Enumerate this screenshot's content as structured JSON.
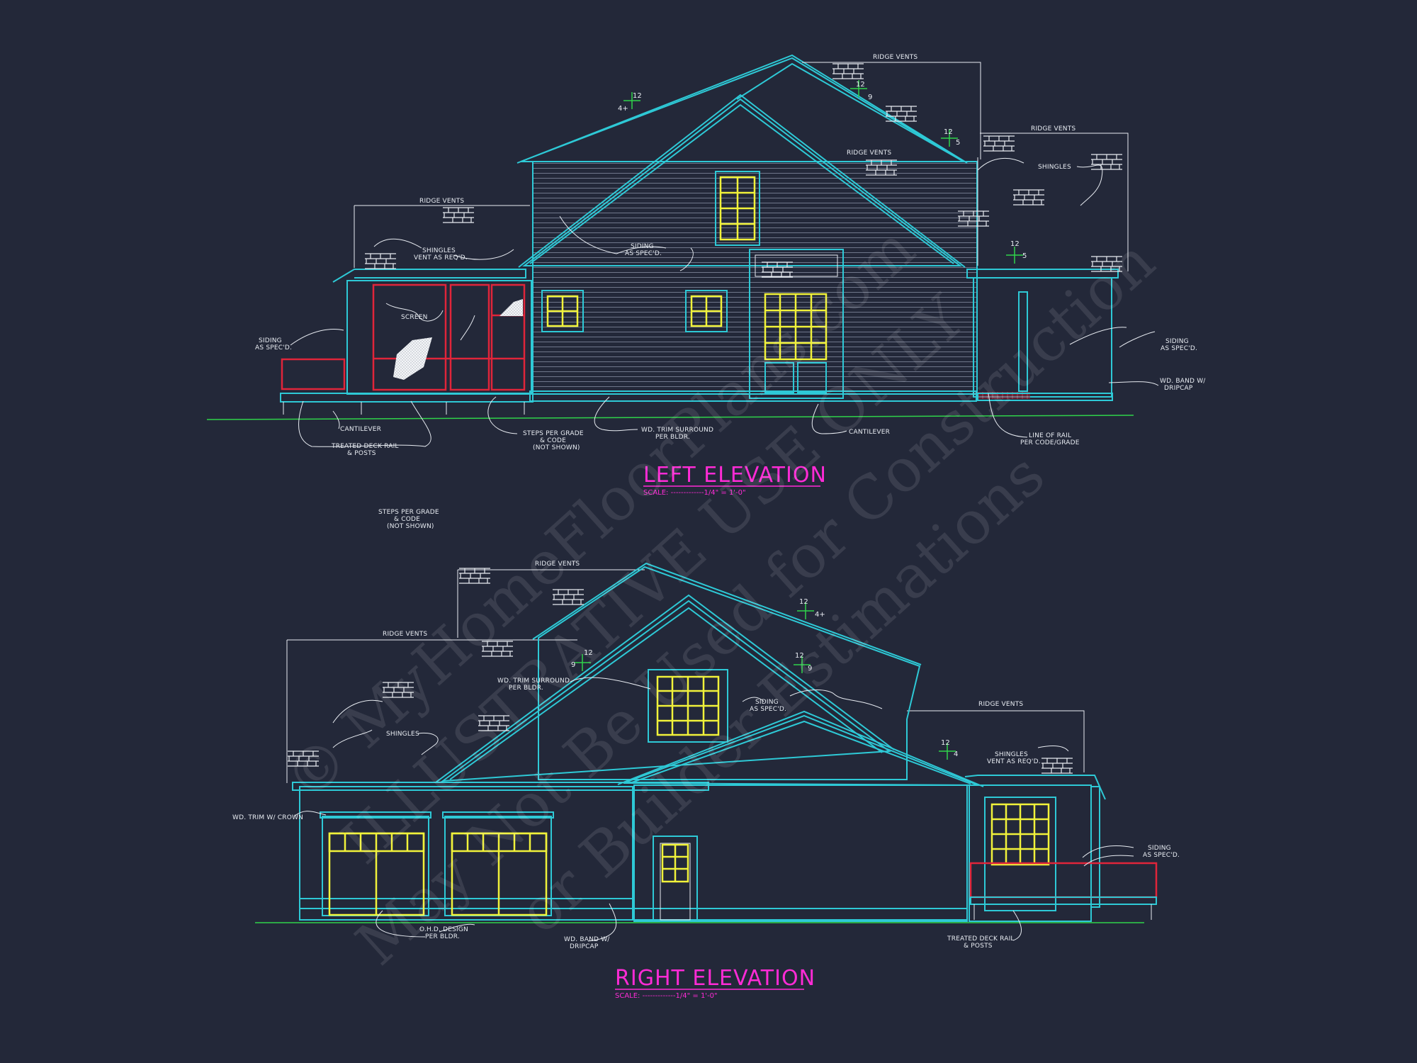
{
  "colors": {
    "background": "#232839",
    "trim": "#2ec9d6",
    "window": "#f1f23a",
    "deck_rail": "#e0253a",
    "title": "#ff2bd6",
    "grade": "#2fd24a",
    "linework": "#e8ecf2"
  },
  "left_elevation": {
    "title": "LEFT ELEVATION",
    "scale": "SCALE: -------------1/4\" = 1'-0\"",
    "notes": {
      "ridge_vents_top": "RIDGE VENTS",
      "ridge_vents_right": "RIDGE VENTS",
      "ridge_vents_mid": "RIDGE VENTS",
      "ridge_vents_left": "RIDGE VENTS",
      "shingles_right": "SHINGLES",
      "shingles_left_1": "SHINGLES",
      "shingles_left_2": "VENT AS REQ'D.",
      "siding_center_1": "SIDING",
      "siding_center_2": "AS SPEC'D.",
      "screen": "SCREEN",
      "siding_left_1": "SIDING",
      "siding_left_2": "AS SPEC'D.",
      "siding_right_1": "SIDING",
      "siding_right_2": "AS SPEC'D.",
      "band_1": "WD. BAND W/",
      "band_2": "DRIPCAP",
      "cantilever_left": "CANTILEVER",
      "deck_rail_1": "TREATED DECK RAIL",
      "deck_rail_2": "& POSTS",
      "steps_1": "STEPS PER GRADE",
      "steps_2": "& CODE",
      "steps_3": "(NOT SHOWN)",
      "trim_1": "WD. TRIM SURROUND",
      "trim_2": "PER BLDR.",
      "cantilever_right": "CANTILEVER",
      "line_rail_1": "LINE OF RAIL",
      "line_rail_2": "PER CODE/GRADE"
    },
    "pitches": {
      "p1_rise": "12",
      "p1_run": "4+",
      "p2_rise": "12",
      "p2_run": "9",
      "p3_rise": "12",
      "p3_run": "5",
      "p4_rise": "12",
      "p4_run": "5"
    }
  },
  "right_elevation": {
    "title": "RIGHT ELEVATION",
    "scale": "SCALE: -------------1/4\" = 1'-0\"",
    "notes": {
      "steps_1": "STEPS PER GRADE",
      "steps_2": "& CODE",
      "steps_3": "(NOT SHOWN)",
      "ridge_vents_top": "RIDGE VENTS",
      "ridge_vents_left": "RIDGE VENTS",
      "ridge_vents_right": "RIDGE VENTS",
      "trim_1": "WD. TRIM SURROUND",
      "trim_2": "PER BLDR.",
      "siding_1": "SIDING",
      "siding_2": "AS SPEC'D.",
      "shingles_left": "SHINGLES",
      "shingles_right_1": "SHINGLES",
      "shingles_right_2": "VENT AS REQ'D.",
      "crown": "WD. TRIM W/ CROWN",
      "siding_right_1": "SIDING",
      "siding_right_2": "AS SPEC'D.",
      "ohd_1": "O.H.D. DESIGN",
      "ohd_2": "PER BLDR.",
      "band_1": "WD. BAND W/",
      "band_2": "DRIPCAP",
      "deck_rail_1": "TREATED DECK RAIL",
      "deck_rail_2": "& POSTS"
    },
    "pitches": {
      "p1_rise": "12",
      "p1_run": "4+",
      "p2_rise": "12",
      "p2_run": "9",
      "p3_rise": "12",
      "p3_run": "9",
      "p4_rise": "12",
      "p4_run": "4"
    }
  },
  "watermark": {
    "line1": "© MyHomeFloorPlans.com",
    "line2": "ILLUSTRATIVE USE ONLY",
    "line3": "May Not Be Used for Construction",
    "line4": "or Builder Estimations"
  }
}
